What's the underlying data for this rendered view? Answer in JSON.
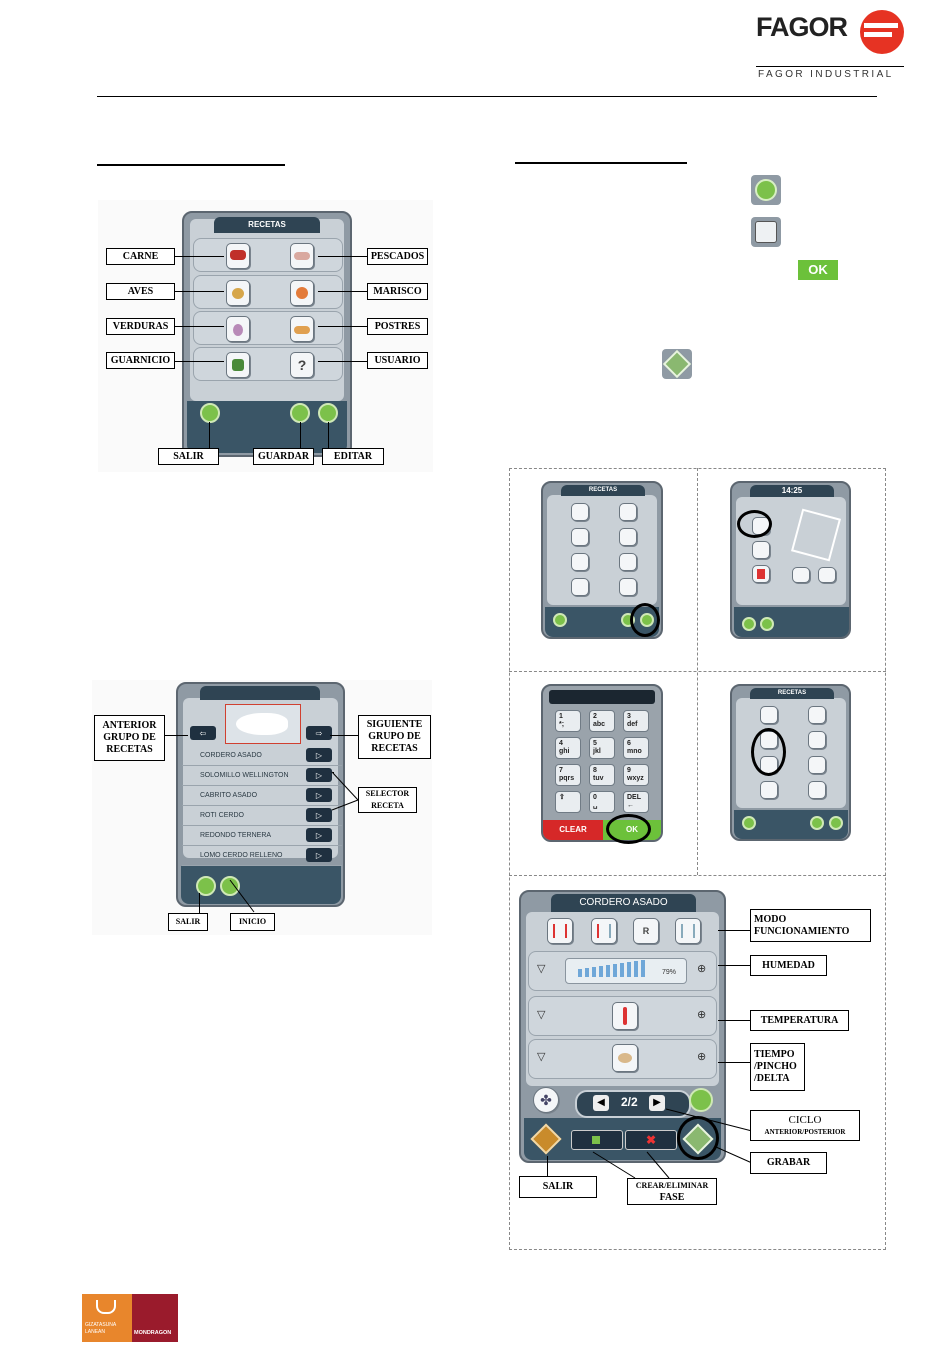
{
  "header": {
    "brand": "FAGOR",
    "brand_sub": "FAGOR INDUSTRIAL"
  },
  "diagram1": {
    "title": "RECETAS",
    "labels": {
      "carne": "CARNE",
      "pescados": "PESCADOS",
      "aves": "AVES",
      "marisco": "MARISCO",
      "verduras": "VERDURAS",
      "postres": "POSTRES",
      "guarnicio": "GUARNICIO",
      "usuario": "USUARIO",
      "salir": "SALIR",
      "guardar": "GUARDAR",
      "editar": "EDITAR"
    }
  },
  "diagram2": {
    "recipes": [
      "CORDERO ASADO",
      "SOLOMILLO WELLINGTON",
      "CABRITO ASADO",
      "ROTI CERDO",
      "REDONDO TERNERA",
      "LOMO CERDO RELLENO"
    ],
    "labels": {
      "anterior_l1": "ANTERIOR",
      "anterior_l2": "GRUPO DE",
      "anterior_l3": "RECETAS",
      "siguiente_l1": "SIGUIENTE",
      "siguiente_l2": "GRUPO DE",
      "siguiente_l3": "RECETAS",
      "selector_l1": "SELECTOR",
      "selector_l2": "RECETA",
      "salir": "SALIR",
      "inicio": "INICIO"
    }
  },
  "steps": {
    "ok_badge": "OK",
    "mini_recetas": "RECETAS",
    "mini_time": "14:25",
    "keypad_keys": [
      {
        "d": "1",
        "t": "*;"
      },
      {
        "d": "2",
        "t": "abc"
      },
      {
        "d": "3",
        "t": "def"
      },
      {
        "d": "4",
        "t": "ghi"
      },
      {
        "d": "5",
        "t": "jkl"
      },
      {
        "d": "6",
        "t": "mno"
      },
      {
        "d": "7",
        "t": "pqrs"
      },
      {
        "d": "8",
        "t": "tuv"
      },
      {
        "d": "9",
        "t": "wxyz"
      },
      {
        "d": "⇧",
        "t": ""
      },
      {
        "d": "0",
        "t": "␣"
      },
      {
        "d": "DEL",
        "t": "←"
      }
    ],
    "clear": "CLEAR",
    "ok": "OK",
    "mini_recetas2": "RECETAS"
  },
  "diagram3": {
    "title": "CORDERO ASADO",
    "humidity_pct": "79%",
    "page": "2/2",
    "labels": {
      "modo_l1": "MODO",
      "modo_l2": "FUNCIONAMIENTO",
      "humedad": "HUMEDAD",
      "temperatura": "TEMPERATURA",
      "tiempo_l1": "TIEMPO",
      "tiempo_l2": "/PINCHO",
      "tiempo_l3": "/DELTA",
      "ciclo_l1": "CICLO",
      "ciclo_l2": "ANTERIOR/POSTERIOR",
      "grabar": "GRABAR",
      "salir": "SALIR",
      "crear_l1": "CREAR/ELIMINAR",
      "crear_l2": "FASE"
    }
  },
  "footer": {
    "logo_left_l1": "GIZATASUNA",
    "logo_left_l2": "LANEAN",
    "logo_right": "MONDRAGON"
  },
  "colors": {
    "brand_red": "#e63323",
    "panel_dark": "#2f4453",
    "green": "#7cc14a"
  }
}
